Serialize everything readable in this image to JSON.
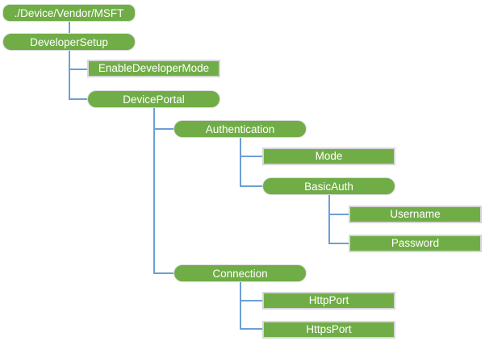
{
  "diagram": {
    "type": "tree",
    "colors": {
      "node_fill": "#70AD47",
      "node_text": "#FFFFFF",
      "connector": "#6C9FD5",
      "leaf_border": "#D6D6D6"
    },
    "nodes": [
      {
        "id": "root",
        "label": "./Device/Vendor/MSFT",
        "shape": "rounded",
        "parent": null
      },
      {
        "id": "developer-setup",
        "label": "DeveloperSetup",
        "shape": "pill",
        "parent": "root"
      },
      {
        "id": "enable-developer-mode",
        "label": "EnableDeveloperMode",
        "shape": "rect",
        "parent": "developer-setup"
      },
      {
        "id": "device-portal",
        "label": "DevicePortal",
        "shape": "pill",
        "parent": "developer-setup"
      },
      {
        "id": "authentication",
        "label": "Authentication",
        "shape": "pill",
        "parent": "device-portal"
      },
      {
        "id": "mode",
        "label": "Mode",
        "shape": "rect",
        "parent": "authentication"
      },
      {
        "id": "basic-auth",
        "label": "BasicAuth",
        "shape": "pill",
        "parent": "authentication"
      },
      {
        "id": "username",
        "label": "Username",
        "shape": "rect",
        "parent": "basic-auth"
      },
      {
        "id": "password",
        "label": "Password",
        "shape": "rect",
        "parent": "basic-auth"
      },
      {
        "id": "connection",
        "label": "Connection",
        "shape": "pill",
        "parent": "device-portal"
      },
      {
        "id": "http-port",
        "label": "HttpPort",
        "shape": "rect",
        "parent": "connection"
      },
      {
        "id": "https-port",
        "label": "HttpsPort",
        "shape": "rect",
        "parent": "connection"
      }
    ]
  }
}
